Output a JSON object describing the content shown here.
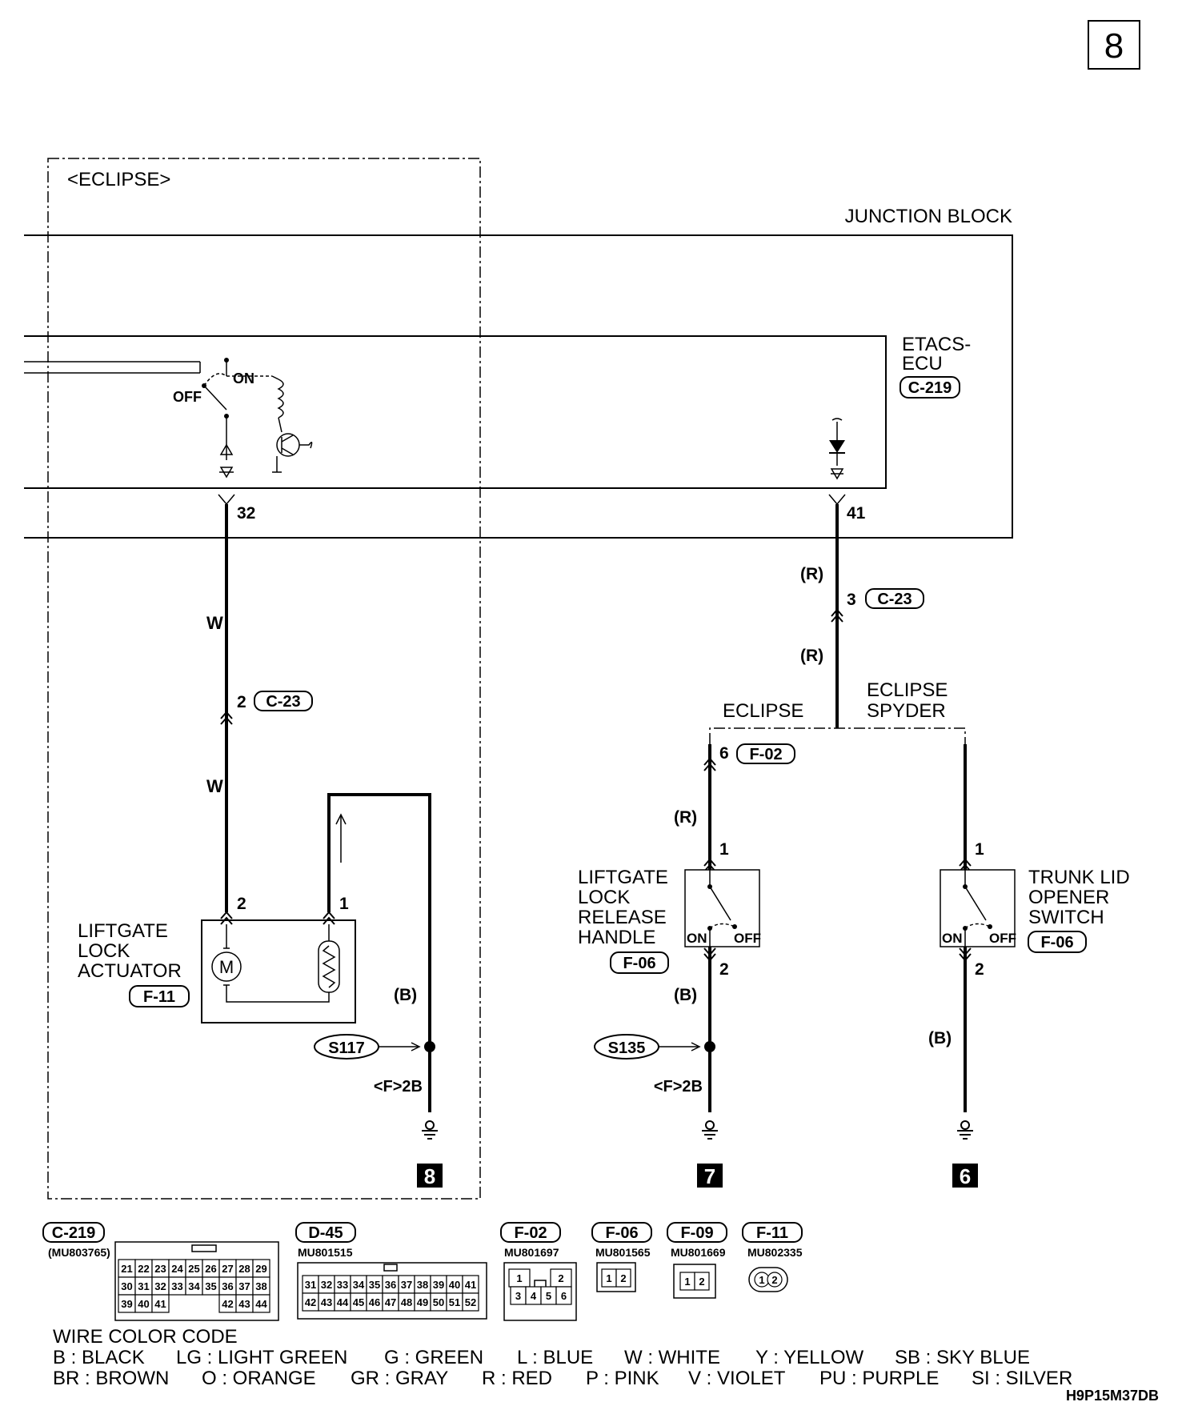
{
  "page_number": "8",
  "variant_box_label": "<ECLIPSE>",
  "junction_block": {
    "label": "JUNCTION BLOCK",
    "ecu_label_line1": "ETACS-",
    "ecu_label_line2": "ECU",
    "ecu_connector": "C-219",
    "relay_on": "ON",
    "relay_off": "OFF",
    "terminal_left": "32",
    "terminal_right": "41"
  },
  "left_circuit": {
    "wire_color_upper": "W",
    "wire_color_lower": "W",
    "intermediate_pin": "2",
    "intermediate_connector": "C-23",
    "actuator_pin_a": "2",
    "actuator_pin_b": "1",
    "actuator_label_line1": "LIFTGATE",
    "actuator_label_line2": "LOCK",
    "actuator_label_line3": "ACTUATOR",
    "actuator_connector": "F-11",
    "motor_symbol": "M",
    "ground_wire_color": "(B)",
    "splice": "S117",
    "ground_location": "<F>2B",
    "ground_number": "8"
  },
  "right_circuit": {
    "wire_color_upper": "(R)",
    "wire_color_lower": "(R)",
    "intermediate_pin": "3",
    "intermediate_connector": "C-23",
    "branch_left_label": "ECLIPSE",
    "branch_right_label_line1": "ECLIPSE",
    "branch_right_label_line2": "SPYDER",
    "handle": {
      "connector_pin": "6",
      "connector": "F-02",
      "wire_color": "(R)",
      "pin_top": "1",
      "pin_bottom": "2",
      "label_line1": "LIFTGATE",
      "label_line2": "LOCK",
      "label_line3": "RELEASE",
      "label_line4": "HANDLE",
      "label_connector": "F-06",
      "on": "ON",
      "off": "OFF",
      "ground_wire_color": "(B)",
      "splice": "S135",
      "ground_location": "<F>2B",
      "ground_number": "7"
    },
    "trunk": {
      "pin_top": "1",
      "pin_bottom": "2",
      "label_line1": "TRUNK LID",
      "label_line2": "OPENER",
      "label_line3": "SWITCH",
      "label_connector": "F-06",
      "on": "ON",
      "off": "OFF",
      "ground_wire_color": "(B)",
      "ground_number": "6"
    }
  },
  "connectors": [
    {
      "id": "C-219",
      "part": "(MU803765)",
      "rows": [
        [
          "21",
          "22",
          "23",
          "24",
          "25",
          "26",
          "27",
          "28",
          "29"
        ],
        [
          "30",
          "31",
          "32",
          "33",
          "34",
          "35",
          "36",
          "37",
          "38"
        ],
        [
          "39",
          "40",
          "41",
          "",
          "",
          "",
          "42",
          "43",
          "44"
        ]
      ]
    },
    {
      "id": "D-45",
      "part": "MU801515",
      "rows": [
        [
          "31",
          "32",
          "33",
          "34",
          "35",
          "36",
          "37",
          "38",
          "39",
          "40",
          "41"
        ],
        [
          "42",
          "43",
          "44",
          "45",
          "46",
          "47",
          "48",
          "49",
          "50",
          "51",
          "52"
        ]
      ]
    },
    {
      "id": "F-02",
      "part": "MU801697",
      "rows": [
        [
          "1",
          "",
          "2"
        ],
        [
          "3",
          "4",
          "5",
          "6"
        ]
      ]
    },
    {
      "id": "F-06",
      "part": "MU801565",
      "rows": [
        [
          "1",
          "2"
        ]
      ]
    },
    {
      "id": "F-09",
      "part": "MU801669",
      "rows": [
        [
          "1",
          "2"
        ]
      ]
    },
    {
      "id": "F-11",
      "part": "MU802335",
      "rows": [
        [
          "1",
          "2"
        ]
      ]
    }
  ],
  "legend": {
    "title": "WIRE COLOR CODE",
    "row1": [
      "B : BLACK",
      "LG : LIGHT GREEN",
      "G : GREEN",
      "L : BLUE",
      "W : WHITE",
      "Y : YELLOW",
      "SB : SKY BLUE"
    ],
    "row2": [
      "BR : BROWN",
      "O : ORANGE",
      "GR : GRAY",
      "R : RED",
      "P : PINK",
      "V : VIOLET",
      "PU : PURPLE",
      "SI : SILVER"
    ]
  },
  "figure_code": "H9P15M37DB"
}
